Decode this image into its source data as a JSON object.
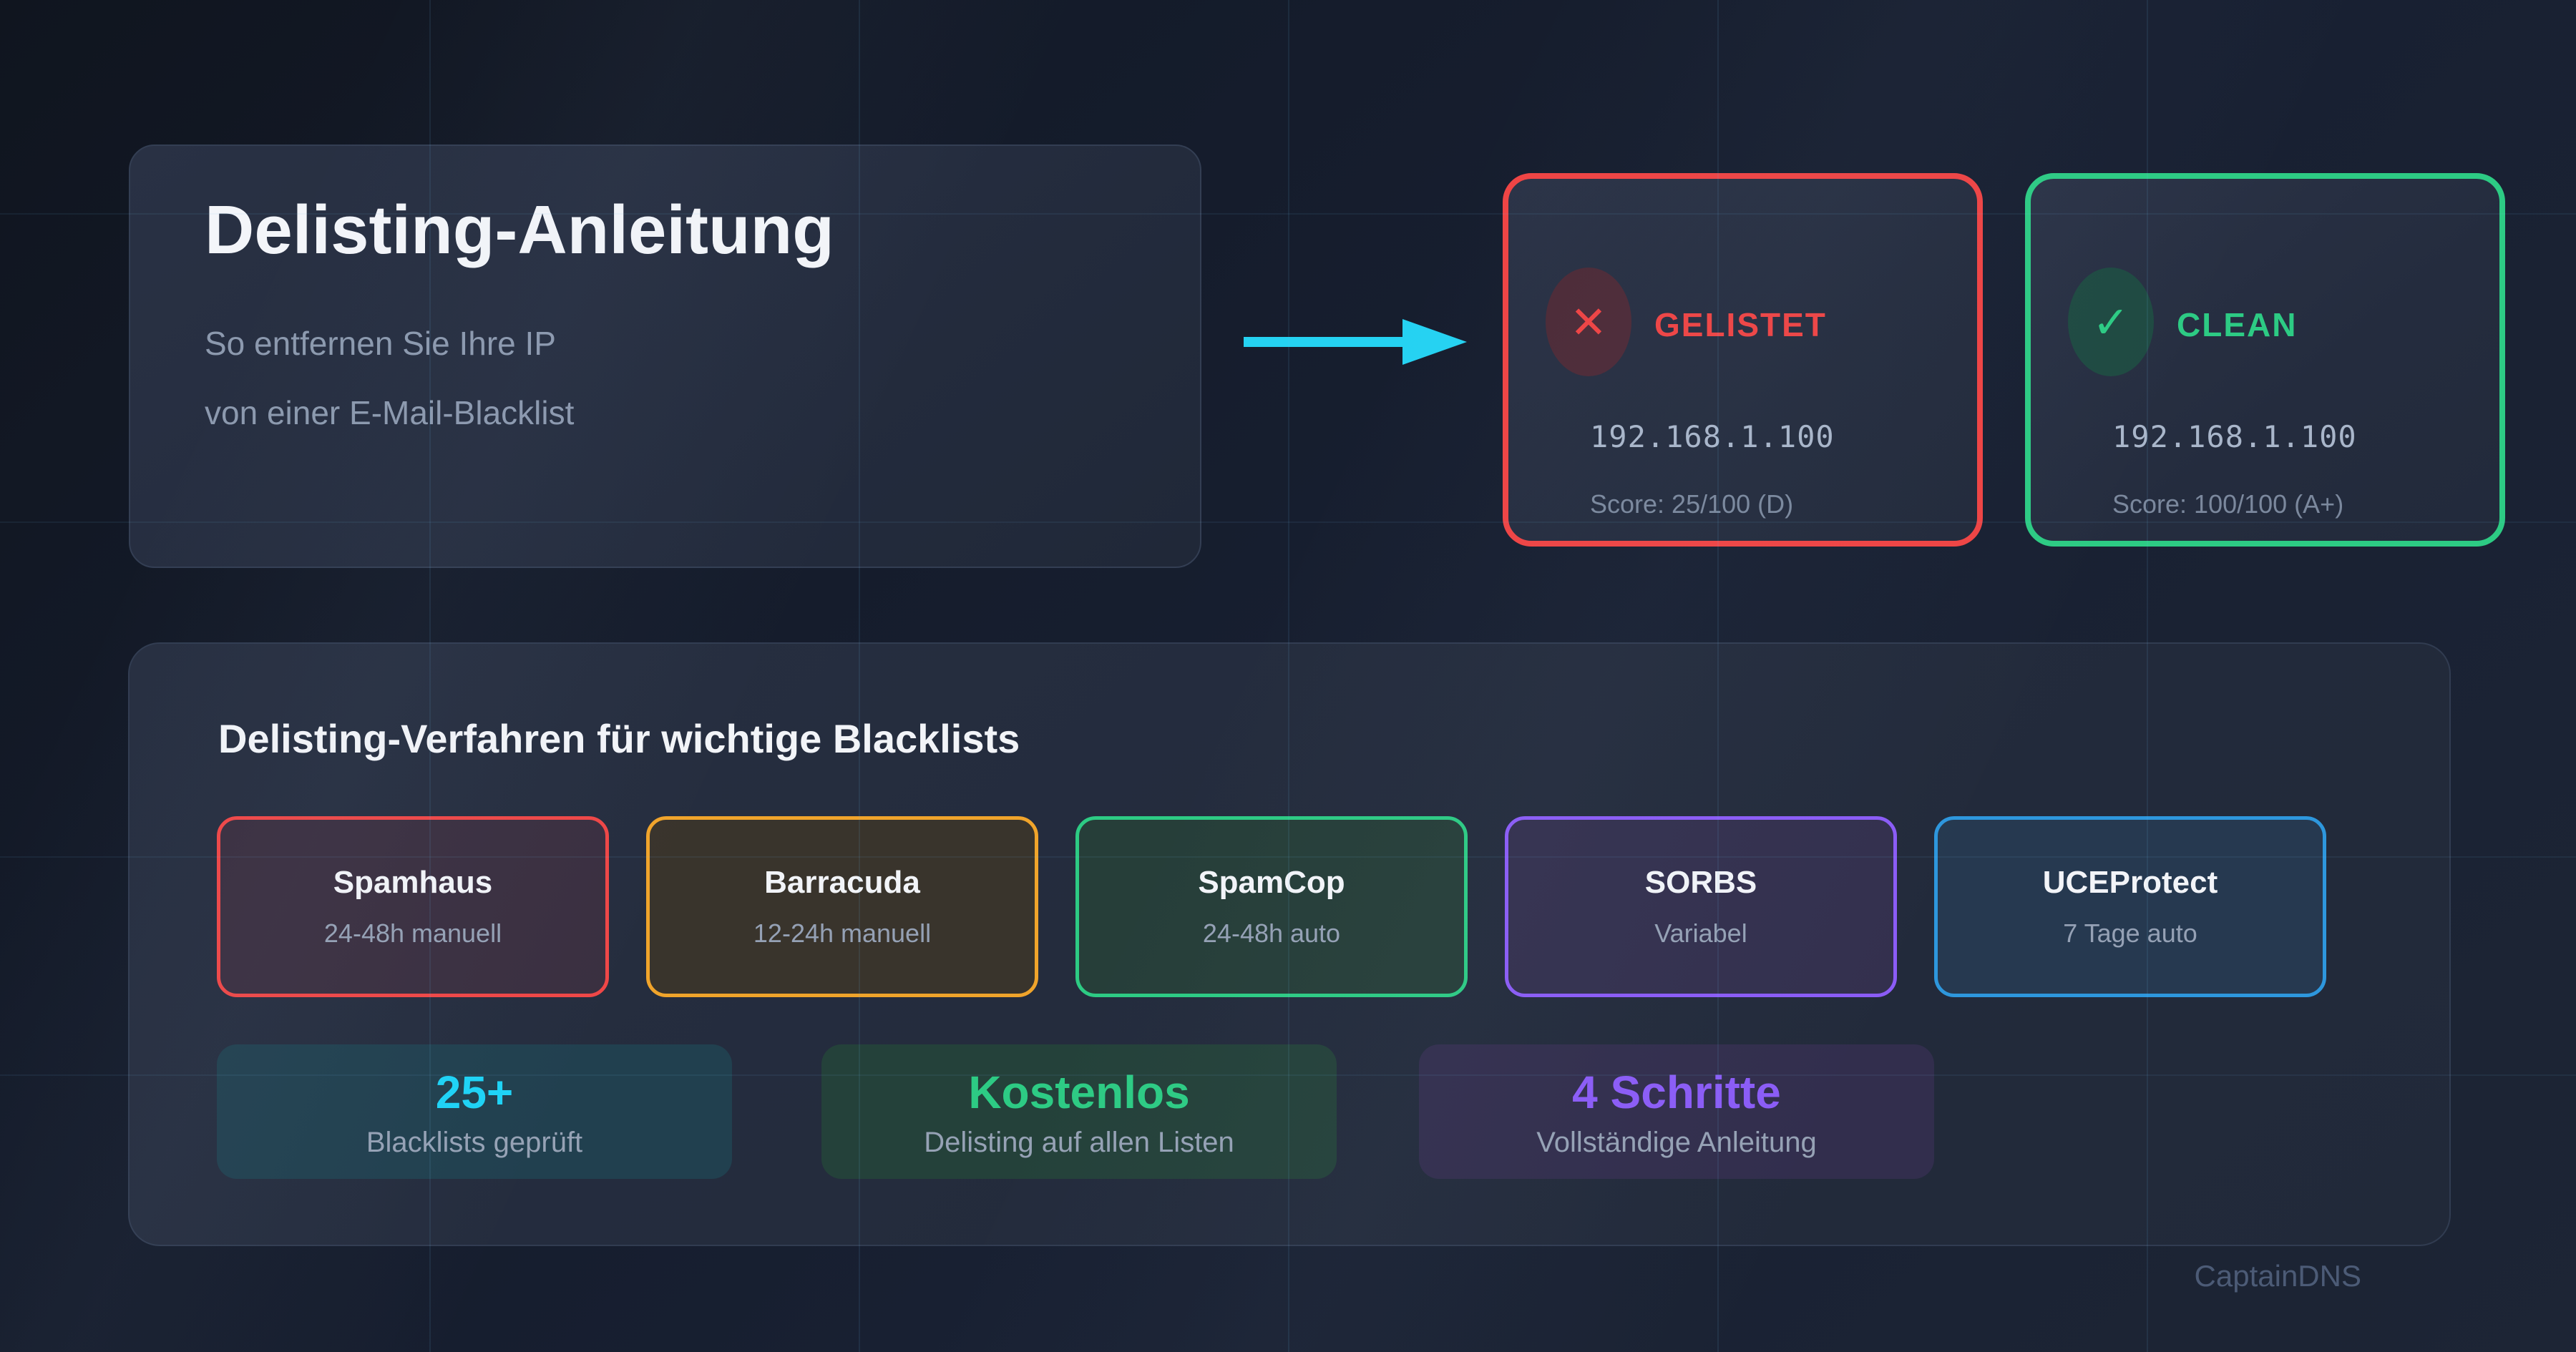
{
  "intro": {
    "title": "Delisting-Anleitung",
    "subtitle": "So entfernen Sie Ihre IP\nvon einer E-Mail-Blacklist"
  },
  "status_cards": [
    {
      "id": "listed",
      "icon_glyph": "✕",
      "label": "GELISTET",
      "ip": "192.168.1.100",
      "score": "Score: 25/100 (D)",
      "accent_color": "#ef4444"
    },
    {
      "id": "clean",
      "icon_glyph": "✓",
      "label": "CLEAN",
      "ip": "192.168.1.100",
      "score": "Score: 100/100 (A+)",
      "accent_color": "#2dcb84"
    }
  ],
  "panel": {
    "heading": "Delisting-Verfahren für wichtige Blacklists",
    "blacklists": [
      {
        "name": "Spamhaus",
        "time": "24-48h manuell",
        "accent_color": "#ef4747"
      },
      {
        "name": "Barracuda",
        "time": "12-24h manuell",
        "accent_color": "#f0a42b"
      },
      {
        "name": "SpamCop",
        "time": "24-48h auto",
        "accent_color": "#2dcb84"
      },
      {
        "name": "SORBS",
        "time": "Variabel",
        "accent_color": "#8b5cf6"
      },
      {
        "name": "UCEProtect",
        "time": "7 Tage auto",
        "accent_color": "#2e97dd"
      }
    ],
    "stats": [
      {
        "value": "25+",
        "label": "Blacklists geprüft",
        "accent_color": "#1ed3f6"
      },
      {
        "value": "Kostenlos",
        "label": "Delisting auf allen Listen",
        "accent_color": "#2dcb84"
      },
      {
        "value": "4 Schritte",
        "label": "Vollständige Anleitung",
        "accent_color": "#8b5cf6"
      }
    ]
  },
  "arrow_color": "#25d2f2",
  "watermark": "CaptainDNS"
}
